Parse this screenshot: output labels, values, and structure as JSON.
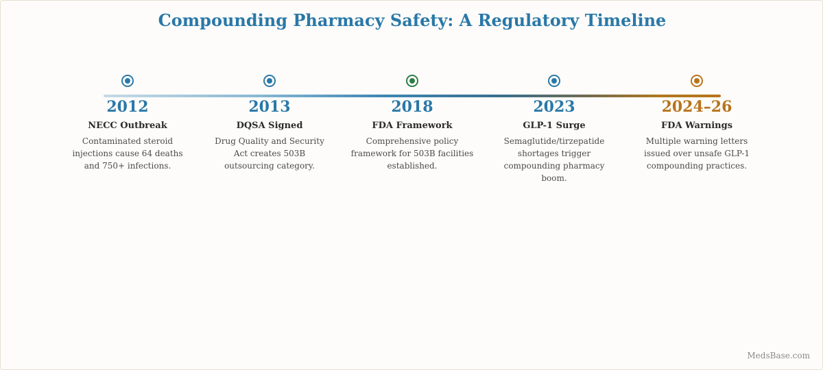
{
  "title": "Compounding Pharmacy Safety: A Regulatory Timeline",
  "events": [
    {
      "year": "2012",
      "headline": "NECC Outbreak",
      "description": "Contaminated steroid injections cause 64 deaths and 750+ infections.",
      "color": "#2a78a8"
    },
    {
      "year": "2013",
      "headline": "DQSA Signed",
      "description": "Drug Quality and Security Act creates 503B outsourcing category.",
      "color": "#2a78a8"
    },
    {
      "year": "2018",
      "headline": "FDA Framework",
      "description": "Comprehensive policy framework for 503B facilities established.",
      "color": "#2a78a8",
      "marker_color": "#2e7d46"
    },
    {
      "year": "2023",
      "headline": "GLP-1 Surge",
      "description": "Semaglutide/tirzepatide shortages trigger compounding pharmacy boom.",
      "color": "#2a78a8"
    },
    {
      "year": "2024–26",
      "headline": "FDA Warnings",
      "description": "Multiple warning letters issued over unsafe GLP-1 compounding practices.",
      "color": "#b8741c"
    }
  ],
  "watermark": "MedsBase.com"
}
